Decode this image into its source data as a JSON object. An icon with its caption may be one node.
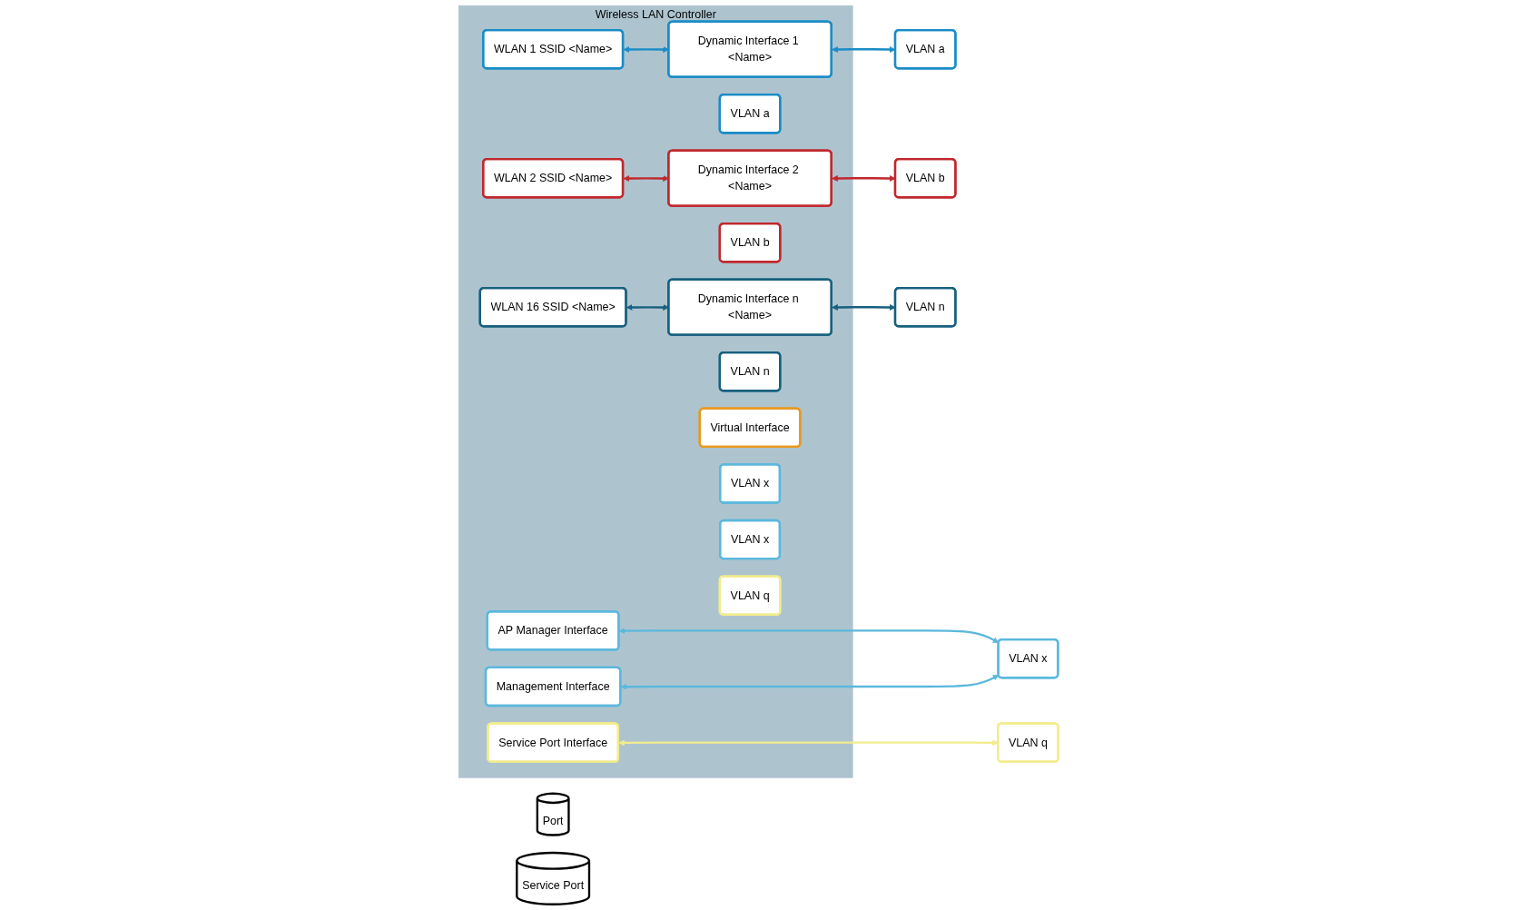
{
  "diagram": {
    "nodes": [
      {
        "text": [
          "Wireless LAN Controller"
        ]
      },
      {
        "text": [
          "WLAN 1 SSID <Name>"
        ],
        "in": 0
      },
      {
        "text": [
          "Dynamic Interface 1 <Name>"
        ],
        "in": 0
      },
      {
        "text": [
          "VLAN a"
        ],
        "in": 0
      },
      {
        "text": [
          "WLAN 2 SSID <Name>"
        ],
        "in": 0
      },
      {
        "text": [
          "Dynamic Interface 2 <Name>"
        ],
        "in": 0
      },
      {
        "text": [
          "VLAN b"
        ],
        "in": 0
      },
      {
        "text": [
          "Port"
        ]
      },
      {
        "text": [
          "VLAN a"
        ]
      },
      {
        "text": [
          "VLAN b"
        ]
      },
      {
        "text": [
          "WLAN 16 SSID <Name>"
        ],
        "in": 0
      },
      {
        "text": [
          "Dynamic Interface n <Name>"
        ],
        "in": 0
      },
      {
        "text": [
          "VLAN n"
        ],
        "in": 0
      },
      {
        "text": [
          "VLAN n"
        ]
      },
      {
        "text": [
          "Virtual Interface"
        ],
        "in": 0
      },
      {
        "text": [
          "VLAN x"
        ]
      },
      {
        "text": [
          "AP Manager Interface"
        ],
        "in": 0
      },
      {
        "text": [
          "VLAN x"
        ],
        "in": 0
      },
      {
        "text": [
          "Service Port"
        ]
      },
      {
        "text": [
          "Management Interface"
        ],
        "in": 0
      },
      {
        "text": [
          "VLAN x"
        ],
        "in": 0
      },
      {
        "text": [
          "Service Port Interface"
        ],
        "in": 0
      },
      {
        "text": [
          "VLAN q"
        ],
        "in": 0
      },
      {
        "text": [
          "VLAN q"
        ]
      }
    ],
    "edges": [
      {
        "from": 1,
        "to": 2,
        "arrow": "both",
        "color": "#1a8cc6"
      },
      {
        "from": 4,
        "to": 5,
        "arrow": "both",
        "color": "#c0282d"
      },
      {
        "from": 10,
        "to": 11,
        "arrow": "both",
        "color": "#17607f"
      },
      {
        "from": 2,
        "to": 8,
        "arrow": "both",
        "color": "#1a8cc6"
      },
      {
        "from": 5,
        "to": 9,
        "arrow": "both",
        "color": "#c0282d"
      },
      {
        "from": 11,
        "to": 13,
        "arrow": "both",
        "color": "#17607f"
      },
      {
        "from": 16,
        "to": 15,
        "arrow": "both",
        "color": "#5bb8dc"
      },
      {
        "from": 19,
        "to": 15,
        "arrow": "both",
        "color": "#5bb8dc"
      },
      {
        "from": 21,
        "to": 23,
        "arrow": "both",
        "color": "#f2ec8c"
      }
    ]
  }
}
